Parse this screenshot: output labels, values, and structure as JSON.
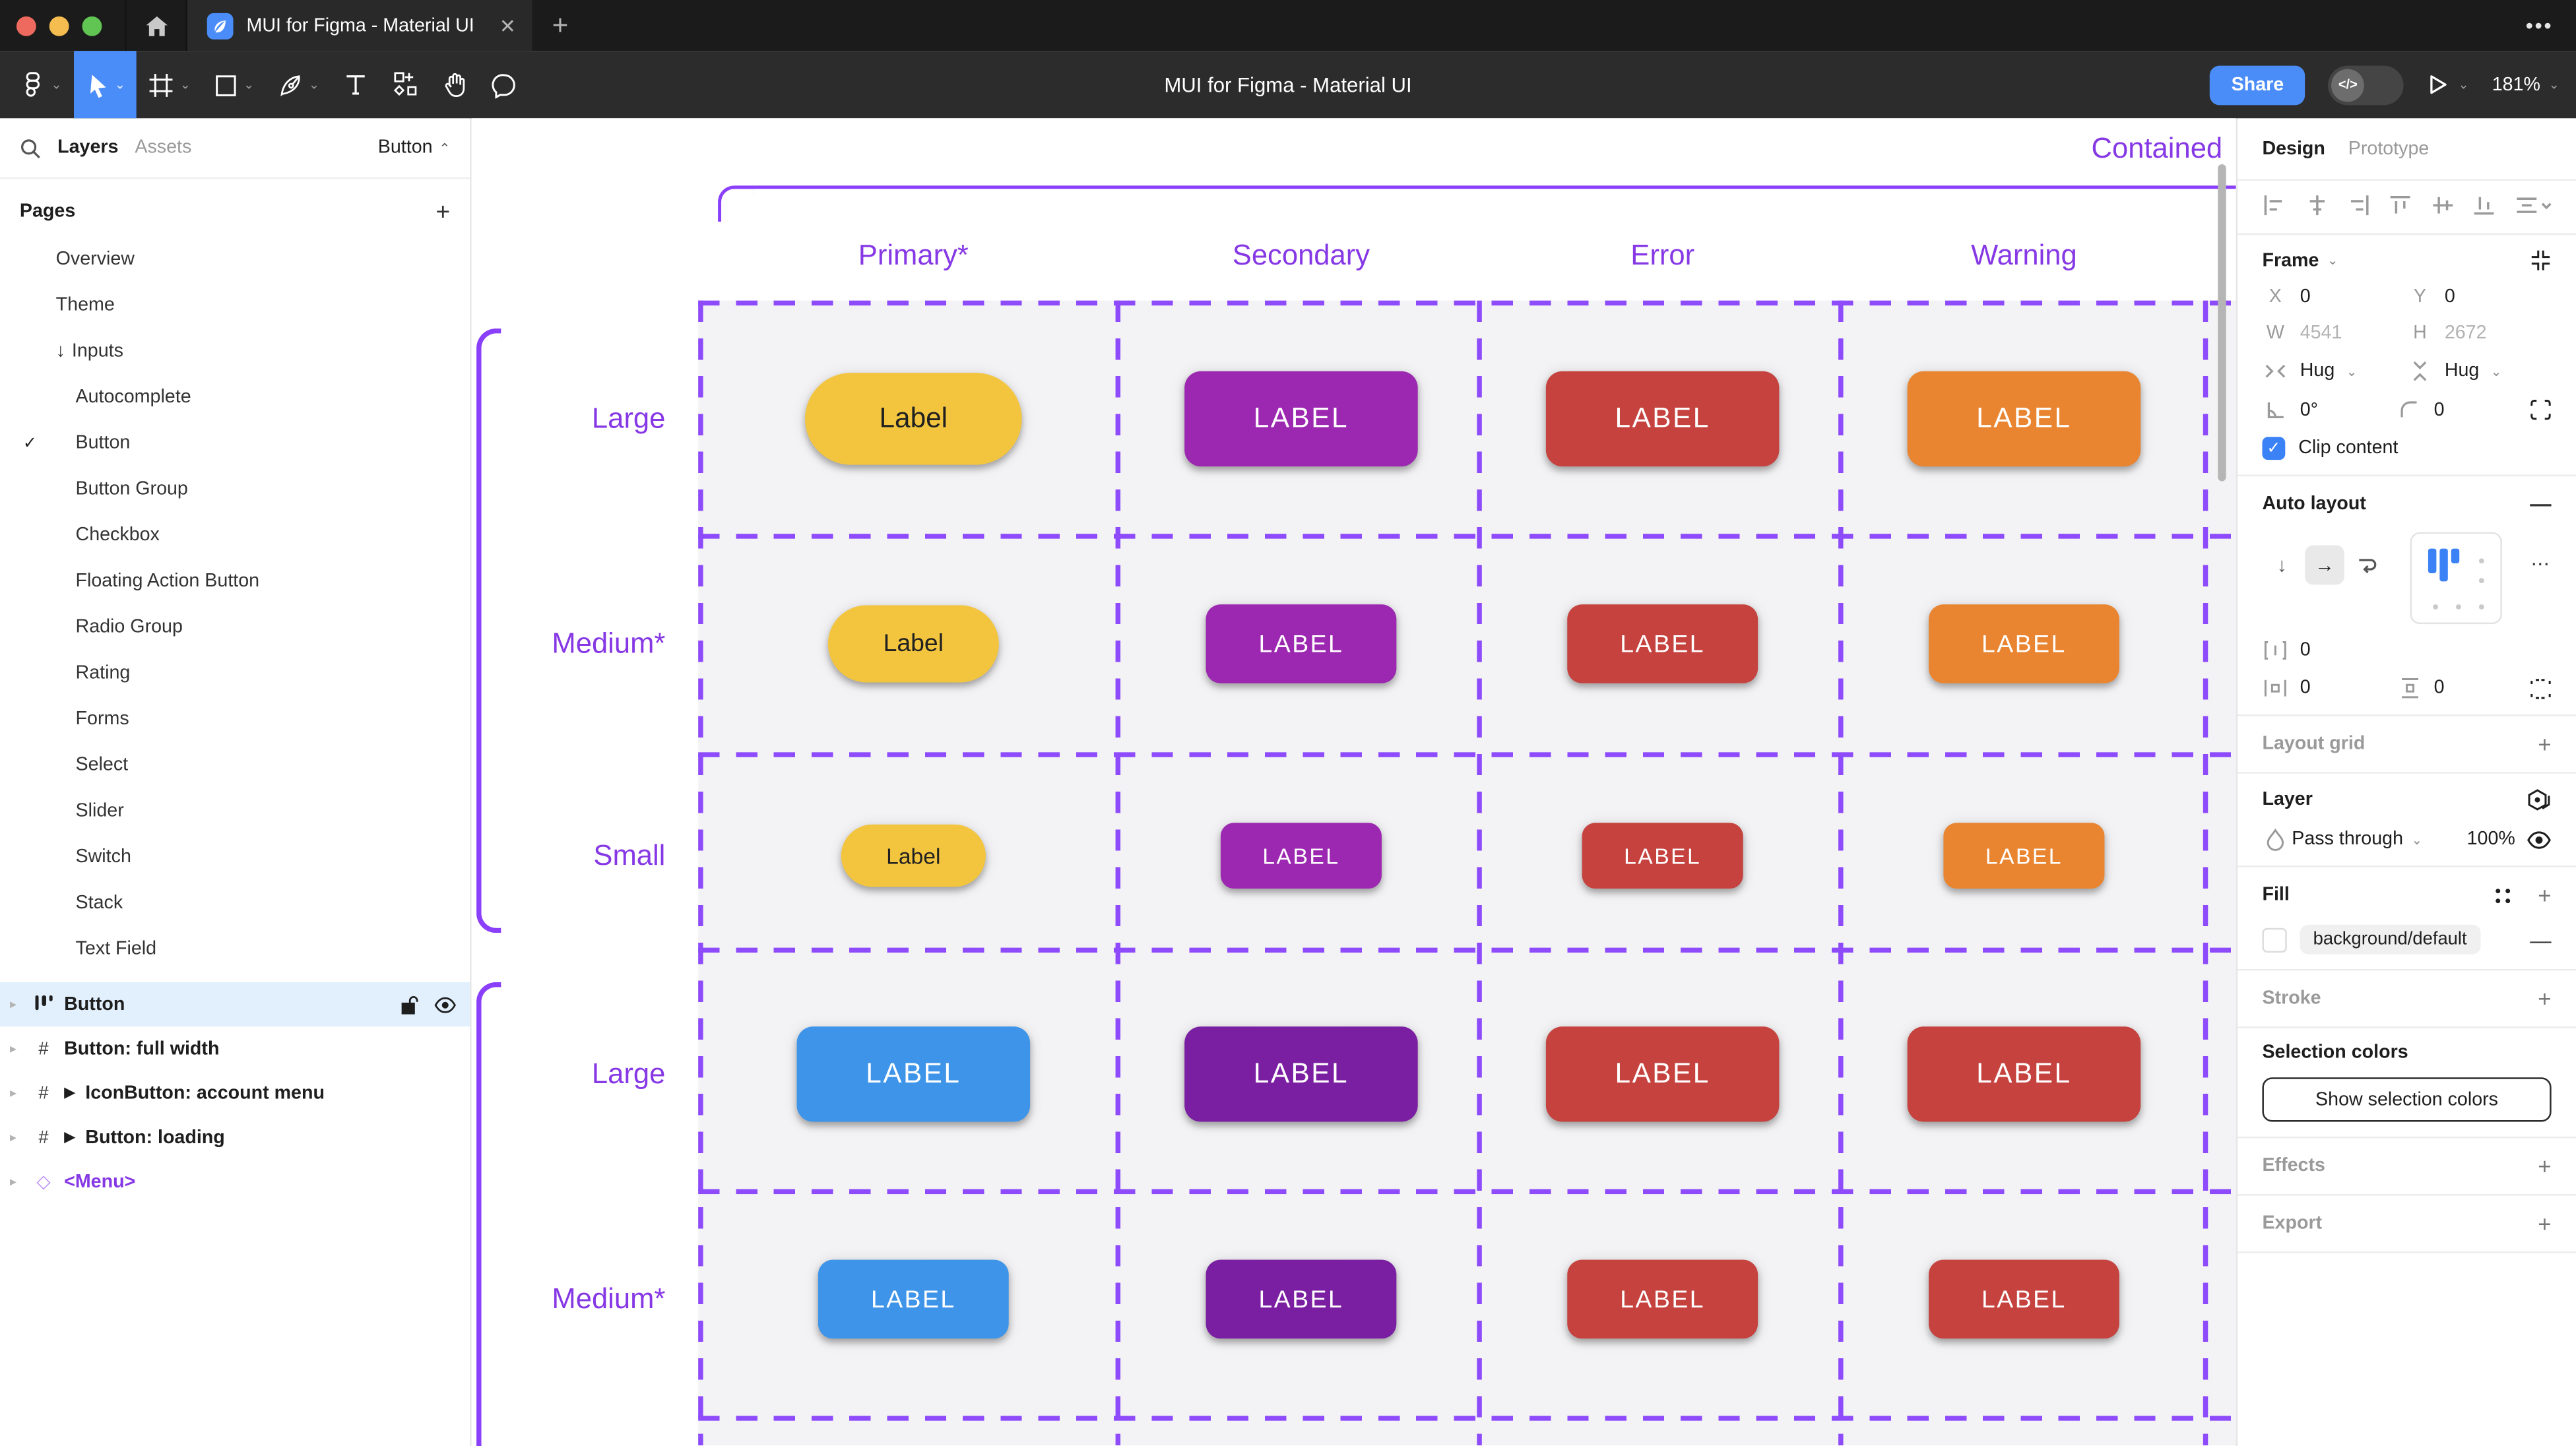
{
  "window": {
    "tab_title": "MUI for Figma - Material UI",
    "tab_close": "✕",
    "tab_new": "+",
    "tab_more": "•••",
    "doc_title": "MUI for Figma - Material UI",
    "share_label": "Share",
    "dev_toggle_label": "</>",
    "zoom_level": "181%",
    "accent_blue": "#4a8df8",
    "traffic_colors": [
      "#ee6a5f",
      "#f5bd4f",
      "#61c554"
    ]
  },
  "sidebar": {
    "tabs": {
      "layers": "Layers",
      "assets": "Assets"
    },
    "page_selector": "Button",
    "pages_header": "Pages",
    "pages": [
      {
        "label": "Overview",
        "indent": 1
      },
      {
        "label": "Theme",
        "indent": 1
      },
      {
        "label": "Inputs",
        "indent": 1,
        "arrow": "↓"
      },
      {
        "label": "Autocomplete",
        "indent": 2
      },
      {
        "label": "Button",
        "indent": 2,
        "checked": true
      },
      {
        "label": "Button Group",
        "indent": 2
      },
      {
        "label": "Checkbox",
        "indent": 2
      },
      {
        "label": "Floating Action Button",
        "indent": 2
      },
      {
        "label": "Radio Group",
        "indent": 2
      },
      {
        "label": "Rating",
        "indent": 2
      },
      {
        "label": "Forms",
        "indent": 2
      },
      {
        "label": "Select",
        "indent": 2
      },
      {
        "label": "Slider",
        "indent": 2
      },
      {
        "label": "Switch",
        "indent": 2
      },
      {
        "label": "Stack",
        "indent": 2
      },
      {
        "label": "Text Field",
        "indent": 2
      }
    ],
    "layers": [
      {
        "label": "Button",
        "icon": "autolayout",
        "selected": true
      },
      {
        "label": "Button: full width",
        "icon": "frame"
      },
      {
        "label": "IconButton: account menu",
        "icon": "frame",
        "play": true
      },
      {
        "label": "Button: loading",
        "icon": "frame",
        "play": true
      },
      {
        "label": "<Menu>",
        "icon": "component",
        "purple": true
      }
    ]
  },
  "canvas": {
    "frame_label": "Contained",
    "purple": "#8a3ffb",
    "columns": [
      "Primary*",
      "Secondary",
      "Error",
      "Warning"
    ],
    "rows": [
      {
        "label": "Large",
        "size": "lg",
        "buttons": [
          {
            "shape": "pill",
            "text": "Label",
            "bg": "#f3c53f",
            "fg": "#202020"
          },
          {
            "shape": "rect",
            "text": "LABEL",
            "bg": "#9c27b0",
            "fg": "#ffffff"
          },
          {
            "shape": "rect",
            "text": "LABEL",
            "bg": "#c5423e",
            "fg": "#ffffff"
          },
          {
            "shape": "rect",
            "text": "LABEL",
            "bg": "#e98530",
            "fg": "#ffffff"
          }
        ]
      },
      {
        "label": "Medium*",
        "size": "md",
        "buttons": [
          {
            "shape": "pill",
            "text": "Label",
            "bg": "#f3c53f",
            "fg": "#202020"
          },
          {
            "shape": "rect",
            "text": "LABEL",
            "bg": "#9c27b0",
            "fg": "#ffffff"
          },
          {
            "shape": "rect",
            "text": "LABEL",
            "bg": "#c5423e",
            "fg": "#ffffff"
          },
          {
            "shape": "rect",
            "text": "LABEL",
            "bg": "#e98530",
            "fg": "#ffffff"
          }
        ]
      },
      {
        "label": "Small",
        "size": "sm",
        "buttons": [
          {
            "shape": "pill",
            "text": "Label",
            "bg": "#f3c53f",
            "fg": "#202020"
          },
          {
            "shape": "rect",
            "text": "LABEL",
            "bg": "#9c27b0",
            "fg": "#ffffff"
          },
          {
            "shape": "rect",
            "text": "LABEL",
            "bg": "#c5423e",
            "fg": "#ffffff"
          },
          {
            "shape": "rect",
            "text": "LABEL",
            "bg": "#e98530",
            "fg": "#ffffff"
          }
        ]
      },
      {
        "label": "Large",
        "size": "lg",
        "buttons": [
          {
            "shape": "rect",
            "text": "LABEL",
            "bg": "#3d94e8",
            "fg": "#ffffff"
          },
          {
            "shape": "rect",
            "text": "LABEL",
            "bg": "#7b1fa2",
            "fg": "#ffffff"
          },
          {
            "shape": "rect",
            "text": "LABEL",
            "bg": "#c5423e",
            "fg": "#ffffff"
          },
          {
            "shape": "rect",
            "text": "LABEL",
            "bg": "#c5423e",
            "fg": "#ffffff"
          }
        ]
      },
      {
        "label": "Medium*",
        "size": "md",
        "buttons": [
          {
            "shape": "rect",
            "text": "LABEL",
            "bg": "#3d94e8",
            "fg": "#ffffff"
          },
          {
            "shape": "rect",
            "text": "LABEL",
            "bg": "#7b1fa2",
            "fg": "#ffffff"
          },
          {
            "shape": "rect",
            "text": "LABEL",
            "bg": "#c5423e",
            "fg": "#ffffff"
          },
          {
            "shape": "rect",
            "text": "LABEL",
            "bg": "#c5423e",
            "fg": "#ffffff"
          }
        ]
      }
    ]
  },
  "panel": {
    "tabs": {
      "design": "Design",
      "prototype": "Prototype"
    },
    "frame": {
      "title": "Frame",
      "x_label": "X",
      "x": "0",
      "y_label": "Y",
      "y": "0",
      "w_label": "W",
      "w": "4541",
      "h_label": "H",
      "h": "2672",
      "hug_h": "Hug",
      "hug_v": "Hug",
      "angle": "0°",
      "radius": "0",
      "clip_label": "Clip content"
    },
    "auto_layout": {
      "title": "Auto layout",
      "gap": "0",
      "pad_h": "0",
      "pad_v": "0",
      "more": "⋯"
    },
    "layout_grid": "Layout grid",
    "layer": {
      "title": "Layer",
      "blend": "Pass through",
      "opacity": "100%"
    },
    "fill": {
      "title": "Fill",
      "style_name": "background/default"
    },
    "stroke": "Stroke",
    "selection_colors": {
      "title": "Selection colors",
      "button": "Show selection colors"
    },
    "effects": "Effects",
    "export": "Export"
  }
}
